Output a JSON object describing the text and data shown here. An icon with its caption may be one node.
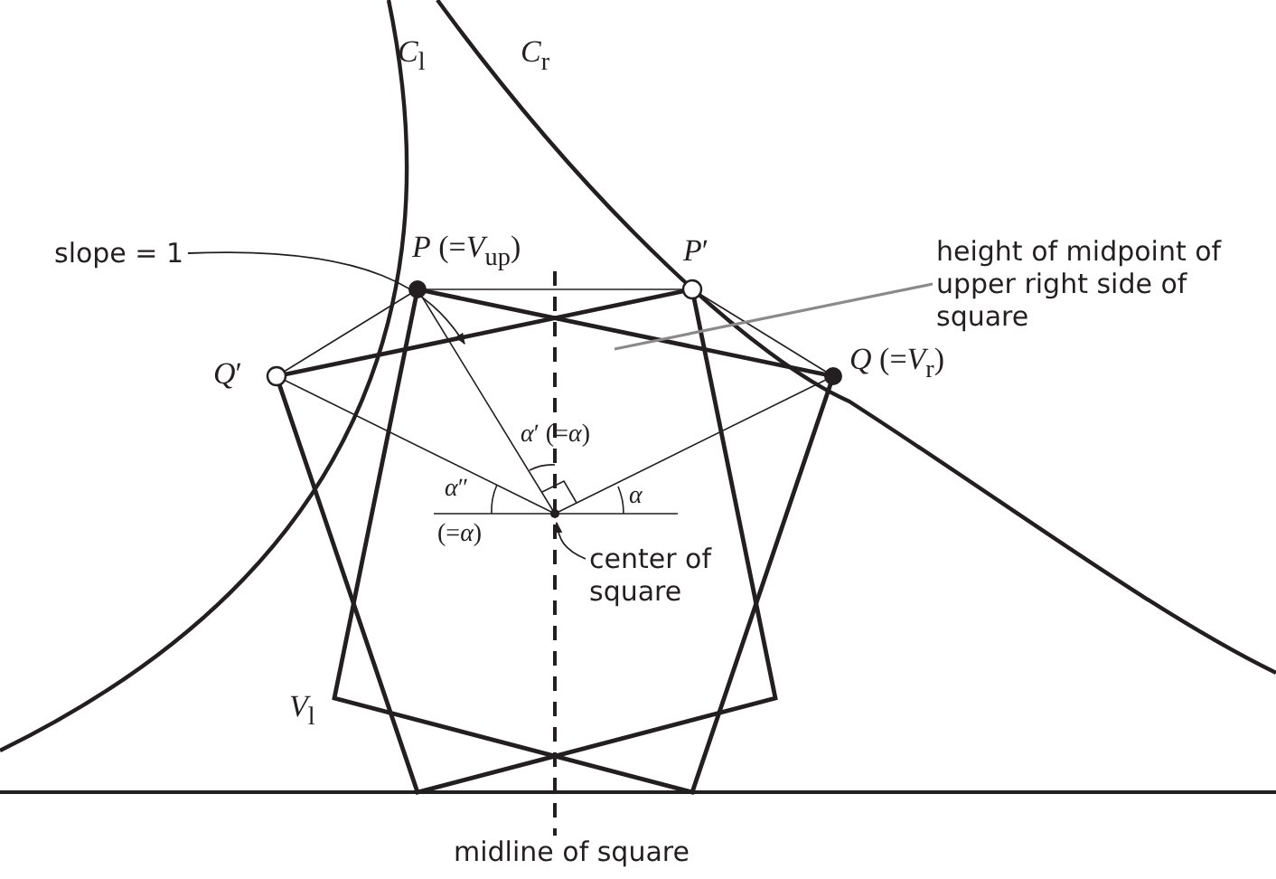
{
  "diagram": {
    "nodes": [
      {
        "text": [
          "slope = 1"
        ]
      },
      {
        "text": [
          "center of square"
        ]
      },
      {
        "text": [
          "height of midpoint of upper right side of square"
        ]
      }
    ],
    "edges": [
      {
        "from": 0,
        "to": null,
        "arrow": "to"
      },
      {
        "from": 1,
        "to": null,
        "arrow": "to"
      },
      {
        "from": 2,
        "to": null,
        "arrow": "none",
        "color": "#8a8a8a"
      }
    ],
    "labels": [
      "*C*$_{l}$",
      "*C*$_{r}$",
      "*P* (=*V*$_{up}$)",
      "*P*′",
      "*Q*′",
      "*Q* (=*V*$_{r}$)",
      "*α*′ (=*α*)",
      "*α*″",
      "(=*α*)",
      "*α*",
      "*V*$_{l}$",
      "midline of square"
    ]
  }
}
